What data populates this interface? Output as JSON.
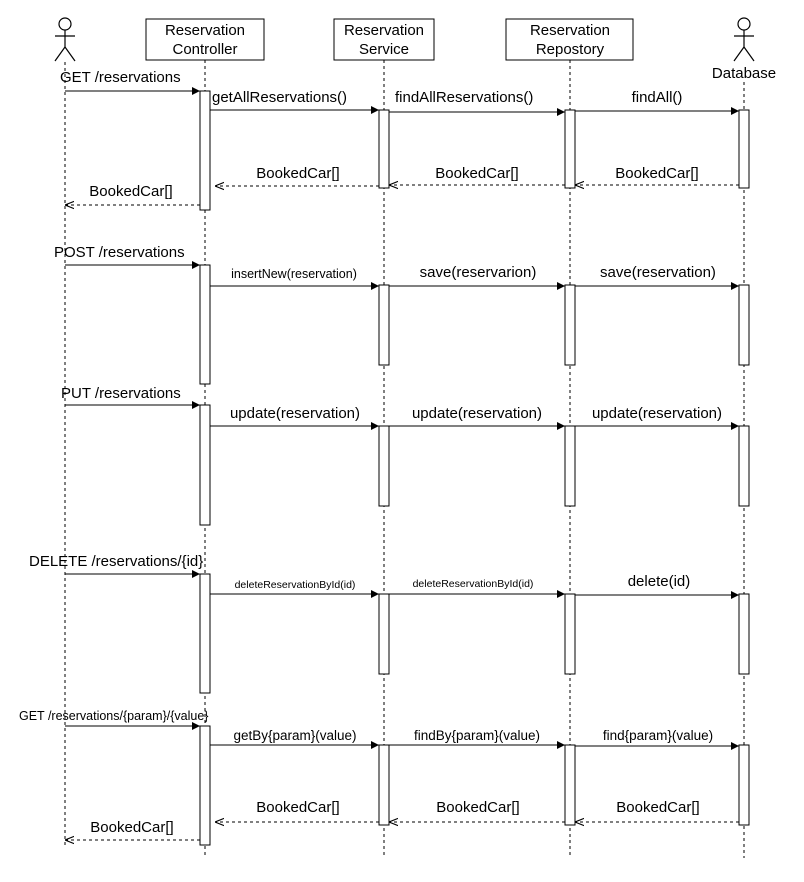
{
  "participants": {
    "user": {
      "label": ""
    },
    "controller": {
      "label_line1": "Reservation",
      "label_line2": "Controller"
    },
    "service": {
      "label_line1": "Reservation",
      "label_line2": "Service"
    },
    "repository": {
      "label_line1": "Reservation",
      "label_line2": "Repostory"
    },
    "database": {
      "label": "Database"
    }
  },
  "messages": {
    "get_all": {
      "request": "GET /reservations",
      "controller_call": "getAllReservations()",
      "service_call": "findAllReservations()",
      "repo_call": "findAll()",
      "db_return": "BookedCar[]",
      "repo_return": "BookedCar[]",
      "service_return": "BookedCar[]",
      "controller_return": "BookedCar[]"
    },
    "post": {
      "request": "POST /reservations",
      "controller_call": "insertNew(reservation)",
      "service_call": "save(reservarion)",
      "repo_call": "save(reservation)"
    },
    "put": {
      "request": "PUT /reservations",
      "controller_call": "update(reservation)",
      "service_call": "update(reservation)",
      "repo_call": "update(reservation)"
    },
    "delete": {
      "request": "DELETE /reservations/{id}",
      "controller_call": "deleteReservationById(id)",
      "service_call": "deleteReservationById(id)",
      "repo_call": "delete(id)"
    },
    "get_by": {
      "request": "GET /reservations/{param}/{value}",
      "controller_call": "getBy{param}(value)",
      "service_call": "findBy{param}(value)",
      "repo_call": "find{param}(value)",
      "db_return": "BookedCar[]",
      "repo_return": "BookedCar[]",
      "service_return": "BookedCar[]",
      "controller_return": "BookedCar[]"
    }
  },
  "colors": {
    "stroke": "#000000",
    "fill": "#ffffff"
  }
}
